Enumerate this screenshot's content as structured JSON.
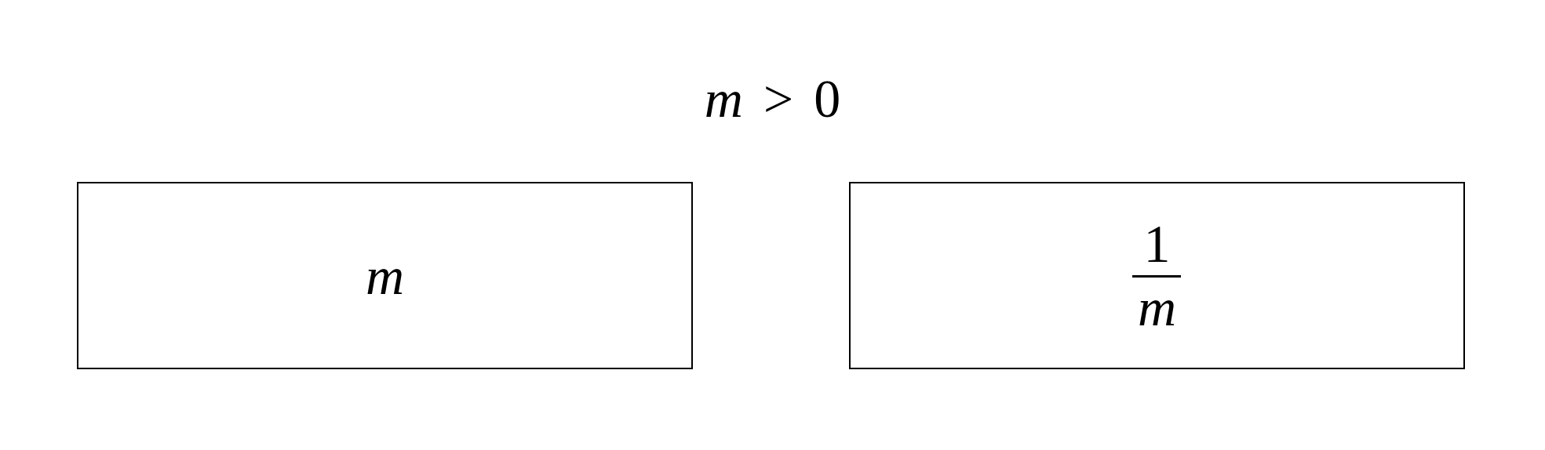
{
  "condition": {
    "variable": "m",
    "relation": ">",
    "value": "0"
  },
  "left_box": {
    "expression": "m"
  },
  "right_box": {
    "numerator": "1",
    "denominator": "m"
  }
}
